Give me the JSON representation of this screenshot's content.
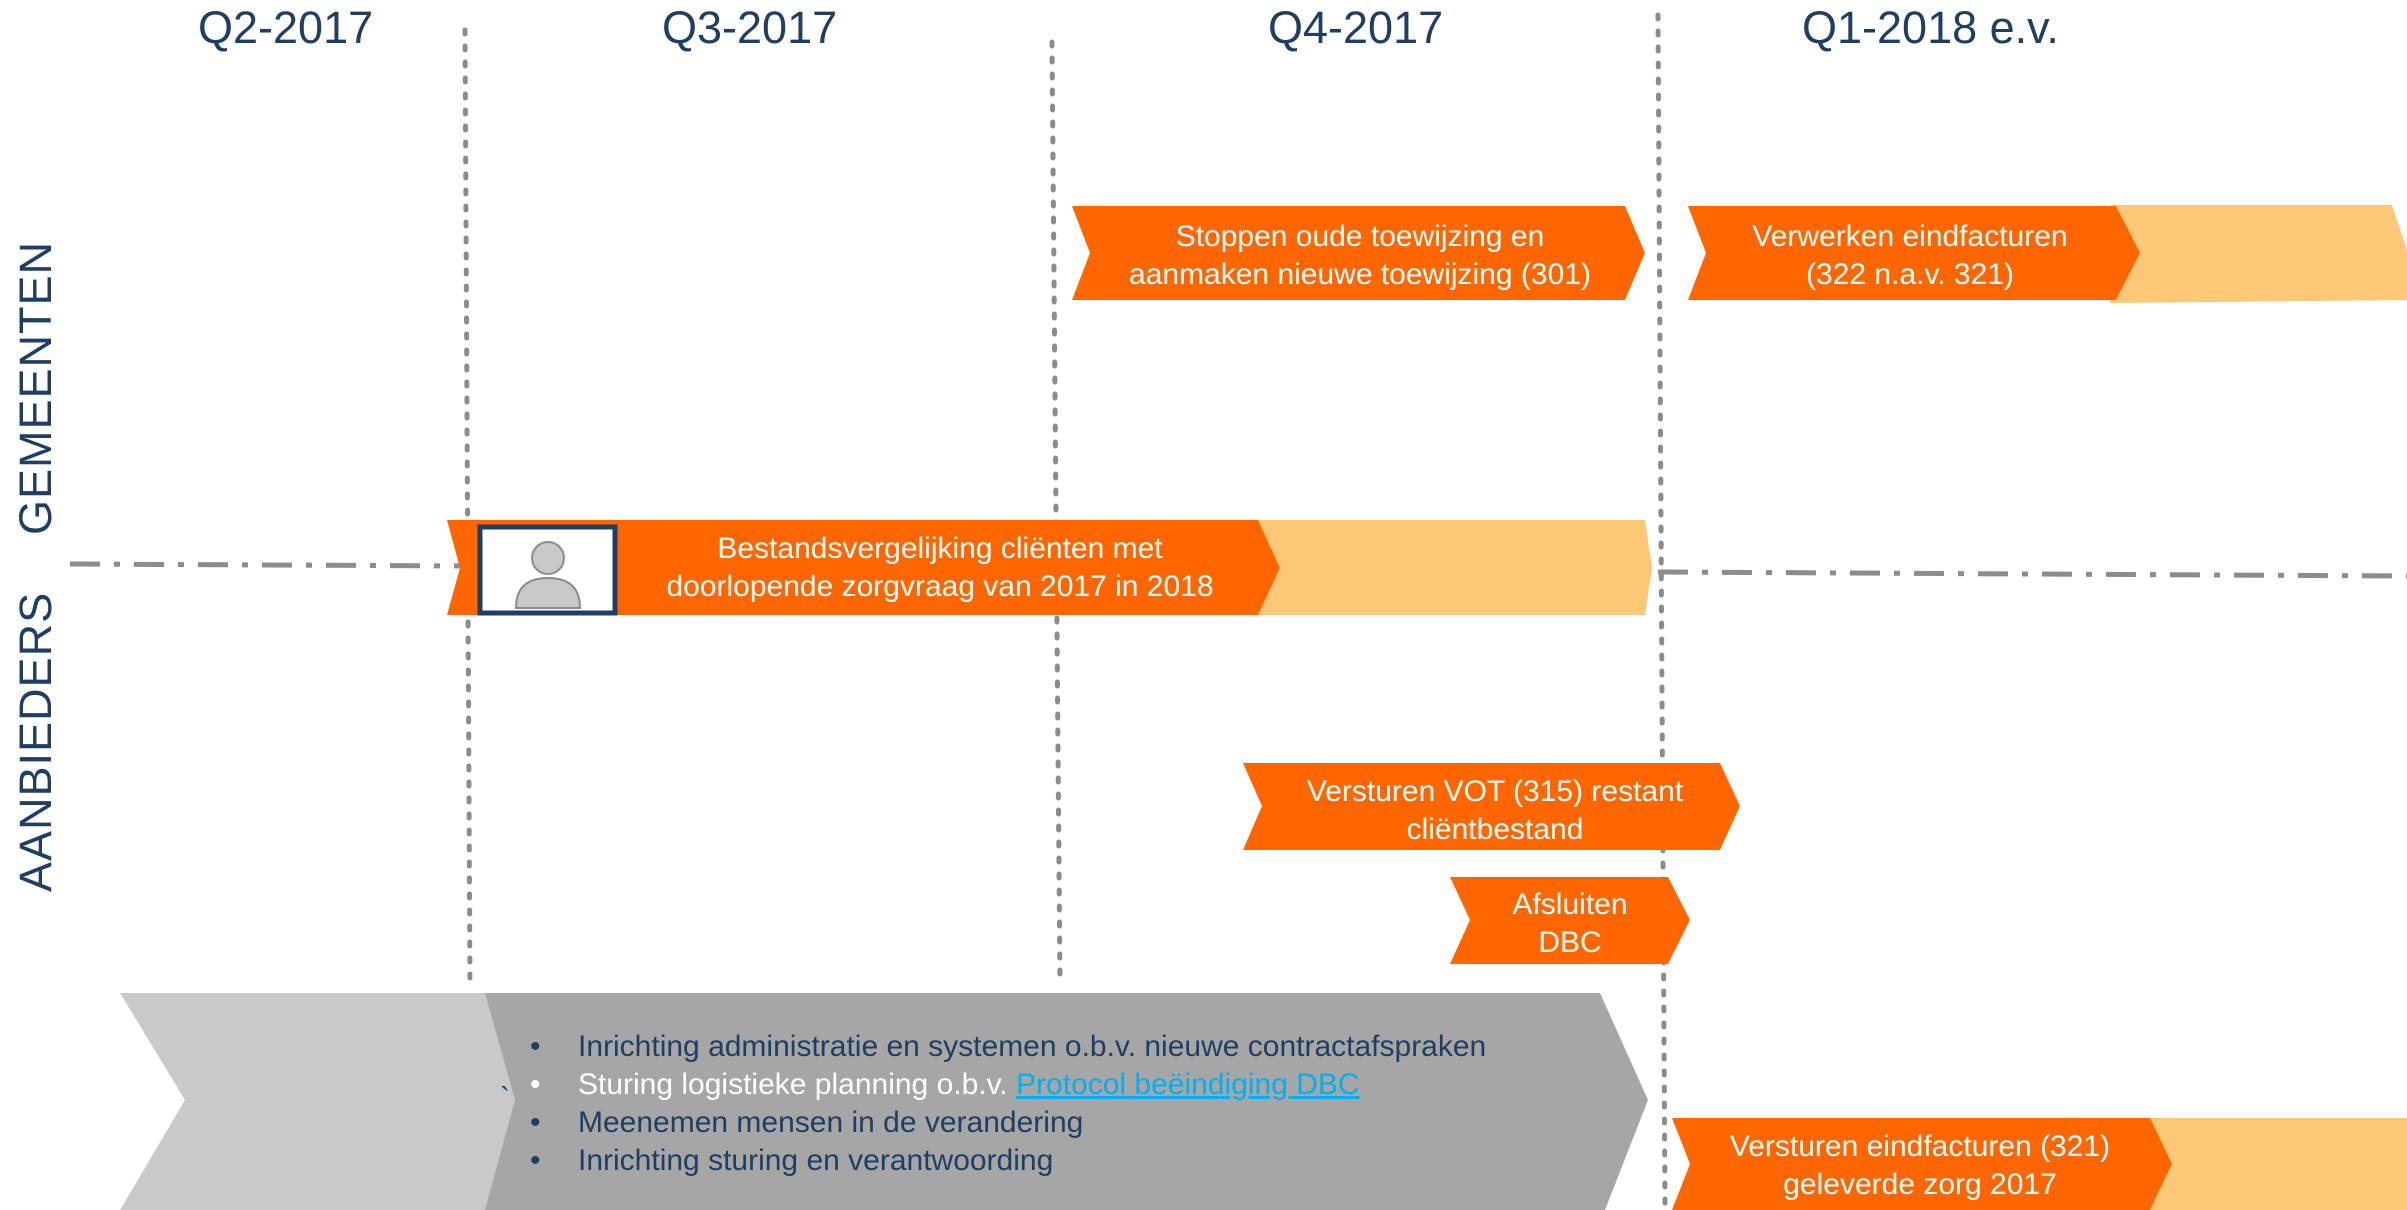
{
  "quarters": [
    "Q2-2017",
    "Q3-2017",
    "Q4-2017",
    "Q1-2018 e.v."
  ],
  "rows": {
    "top": "GEMEENTEN",
    "bottom": "AANBIEDERS"
  },
  "bars": {
    "stoppen": [
      "Stoppen oude toewijzing en",
      "aanmaken nieuwe toewijzing (301)"
    ],
    "verwerken": [
      "Verwerken eindfacturen",
      "(322 n.a.v. 321)"
    ],
    "bestandsvergelijking": [
      "Bestandsvergelijking cliënten met",
      "doorlopende zorgvraag van 2017 in 2018"
    ],
    "vot": [
      "Versturen VOT (315) restant",
      "cliëntbestand"
    ],
    "dbc": [
      "Afsluiten",
      "DBC"
    ],
    "eindfacturen": [
      "Versturen eindfacturen (321)",
      "geleverde zorg 2017"
    ]
  },
  "bullets": {
    "item1": "Inrichting administratie en systemen o.b.v. nieuwe contractafspraken",
    "item2_prefix": "Sturing logistieke planning o.b.v. ",
    "item2_link": "Protocol beëindiging DBC",
    "item3": "Meenemen mensen in de verandering",
    "item4": "Inrichting sturing en verantwoording"
  },
  "stray_mark": "`",
  "icons": {
    "person": "person-avatar-icon"
  },
  "colors": {
    "orange": "#ff6600",
    "light_orange": "#fcc877",
    "grey_light": "#c9c9c9",
    "grey_dark": "#a6a6a6",
    "navy": "#1f3e64",
    "divider": "#8c8c8c",
    "link": "#00b0f0"
  }
}
